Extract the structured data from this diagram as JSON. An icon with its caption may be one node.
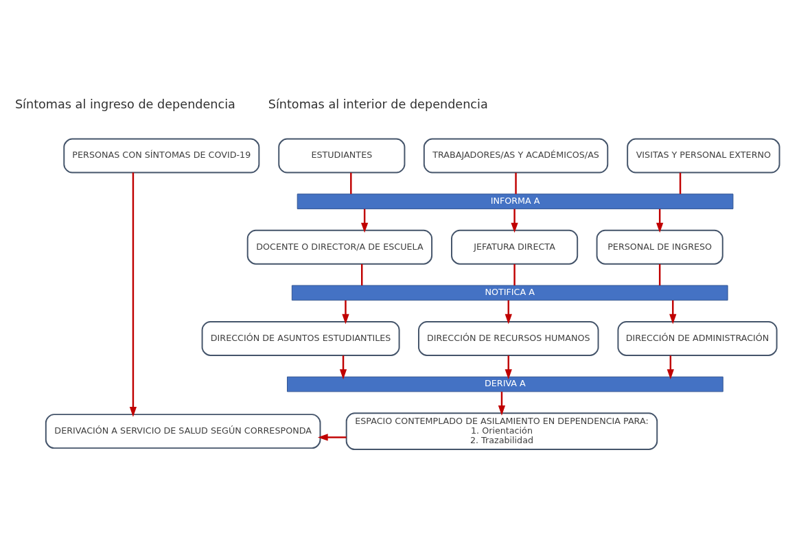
{
  "diagram": {
    "nodes": [
      {
        "text": [
          "PERSONAS CON SÍNTOMAS DE COVID-19"
        ]
      },
      {
        "text": [
          "ESTUDIANTES"
        ]
      },
      {
        "text": [
          "TRABAJADORES/AS Y ACADÉMICOS/AS"
        ]
      },
      {
        "text": [
          "VISITAS Y PERSONAL EXTERNO"
        ]
      },
      {
        "text": [
          "INFORMA A"
        ]
      },
      {
        "text": [
          "DOCENTE O DIRECTOR/A DE ESCUELA"
        ]
      },
      {
        "text": [
          "JEFATURA DIRECTA"
        ]
      },
      {
        "text": [
          "PERSONAL DE INGRESO"
        ]
      },
      {
        "text": [
          "NOTIFICA A"
        ]
      },
      {
        "text": [
          "DIRECCIÓN DE ASUNTOS ESTUDIANTILES"
        ]
      },
      {
        "text": [
          "DIRECCIÓN DE RECURSOS HUMANOS"
        ]
      },
      {
        "text": [
          "DIRECCIÓN DE ADMINISTRACIÓN"
        ]
      },
      {
        "text": [
          "DERIVA A"
        ]
      },
      {
        "text": [
          "DERIVACIÓN A SERVICIO DE SALUD SEGÚN CORRESPONDA"
        ]
      },
      {
        "text": [
          "ESPACIO CONTEMPLADO DE ASILAMIENTO EN DEPENDENCIA PARA:",
          "1. Orientación",
          "2. Trazabilidad"
        ]
      }
    ],
    "edges": [
      {
        "from": 0,
        "to": 13,
        "arrow": "to"
      },
      {
        "from": 1,
        "to": 4,
        "arrow": "none"
      },
      {
        "from": 2,
        "to": 4,
        "arrow": "none"
      },
      {
        "from": 3,
        "to": 4,
        "arrow": "none"
      },
      {
        "from": 4,
        "to": 5,
        "arrow": "to"
      },
      {
        "from": 4,
        "to": 6,
        "arrow": "to"
      },
      {
        "from": 4,
        "to": 7,
        "arrow": "to"
      },
      {
        "from": 5,
        "to": 8,
        "arrow": "none"
      },
      {
        "from": 6,
        "to": 8,
        "arrow": "none"
      },
      {
        "from": 7,
        "to": 8,
        "arrow": "none"
      },
      {
        "from": 8,
        "to": 9,
        "arrow": "to"
      },
      {
        "from": 8,
        "to": 10,
        "arrow": "to"
      },
      {
        "from": 8,
        "to": 11,
        "arrow": "to"
      },
      {
        "from": 9,
        "to": 12,
        "arrow": "to"
      },
      {
        "from": 10,
        "to": 12,
        "arrow": "to"
      },
      {
        "from": 11,
        "to": 12,
        "arrow": "to"
      },
      {
        "from": 12,
        "to": 14,
        "arrow": "to"
      },
      {
        "from": 14,
        "to": 13,
        "arrow": "to"
      }
    ],
    "labels": [
      "Síntomas al ingreso de dependencia",
      "Síntomas al interior de dependencia"
    ]
  }
}
